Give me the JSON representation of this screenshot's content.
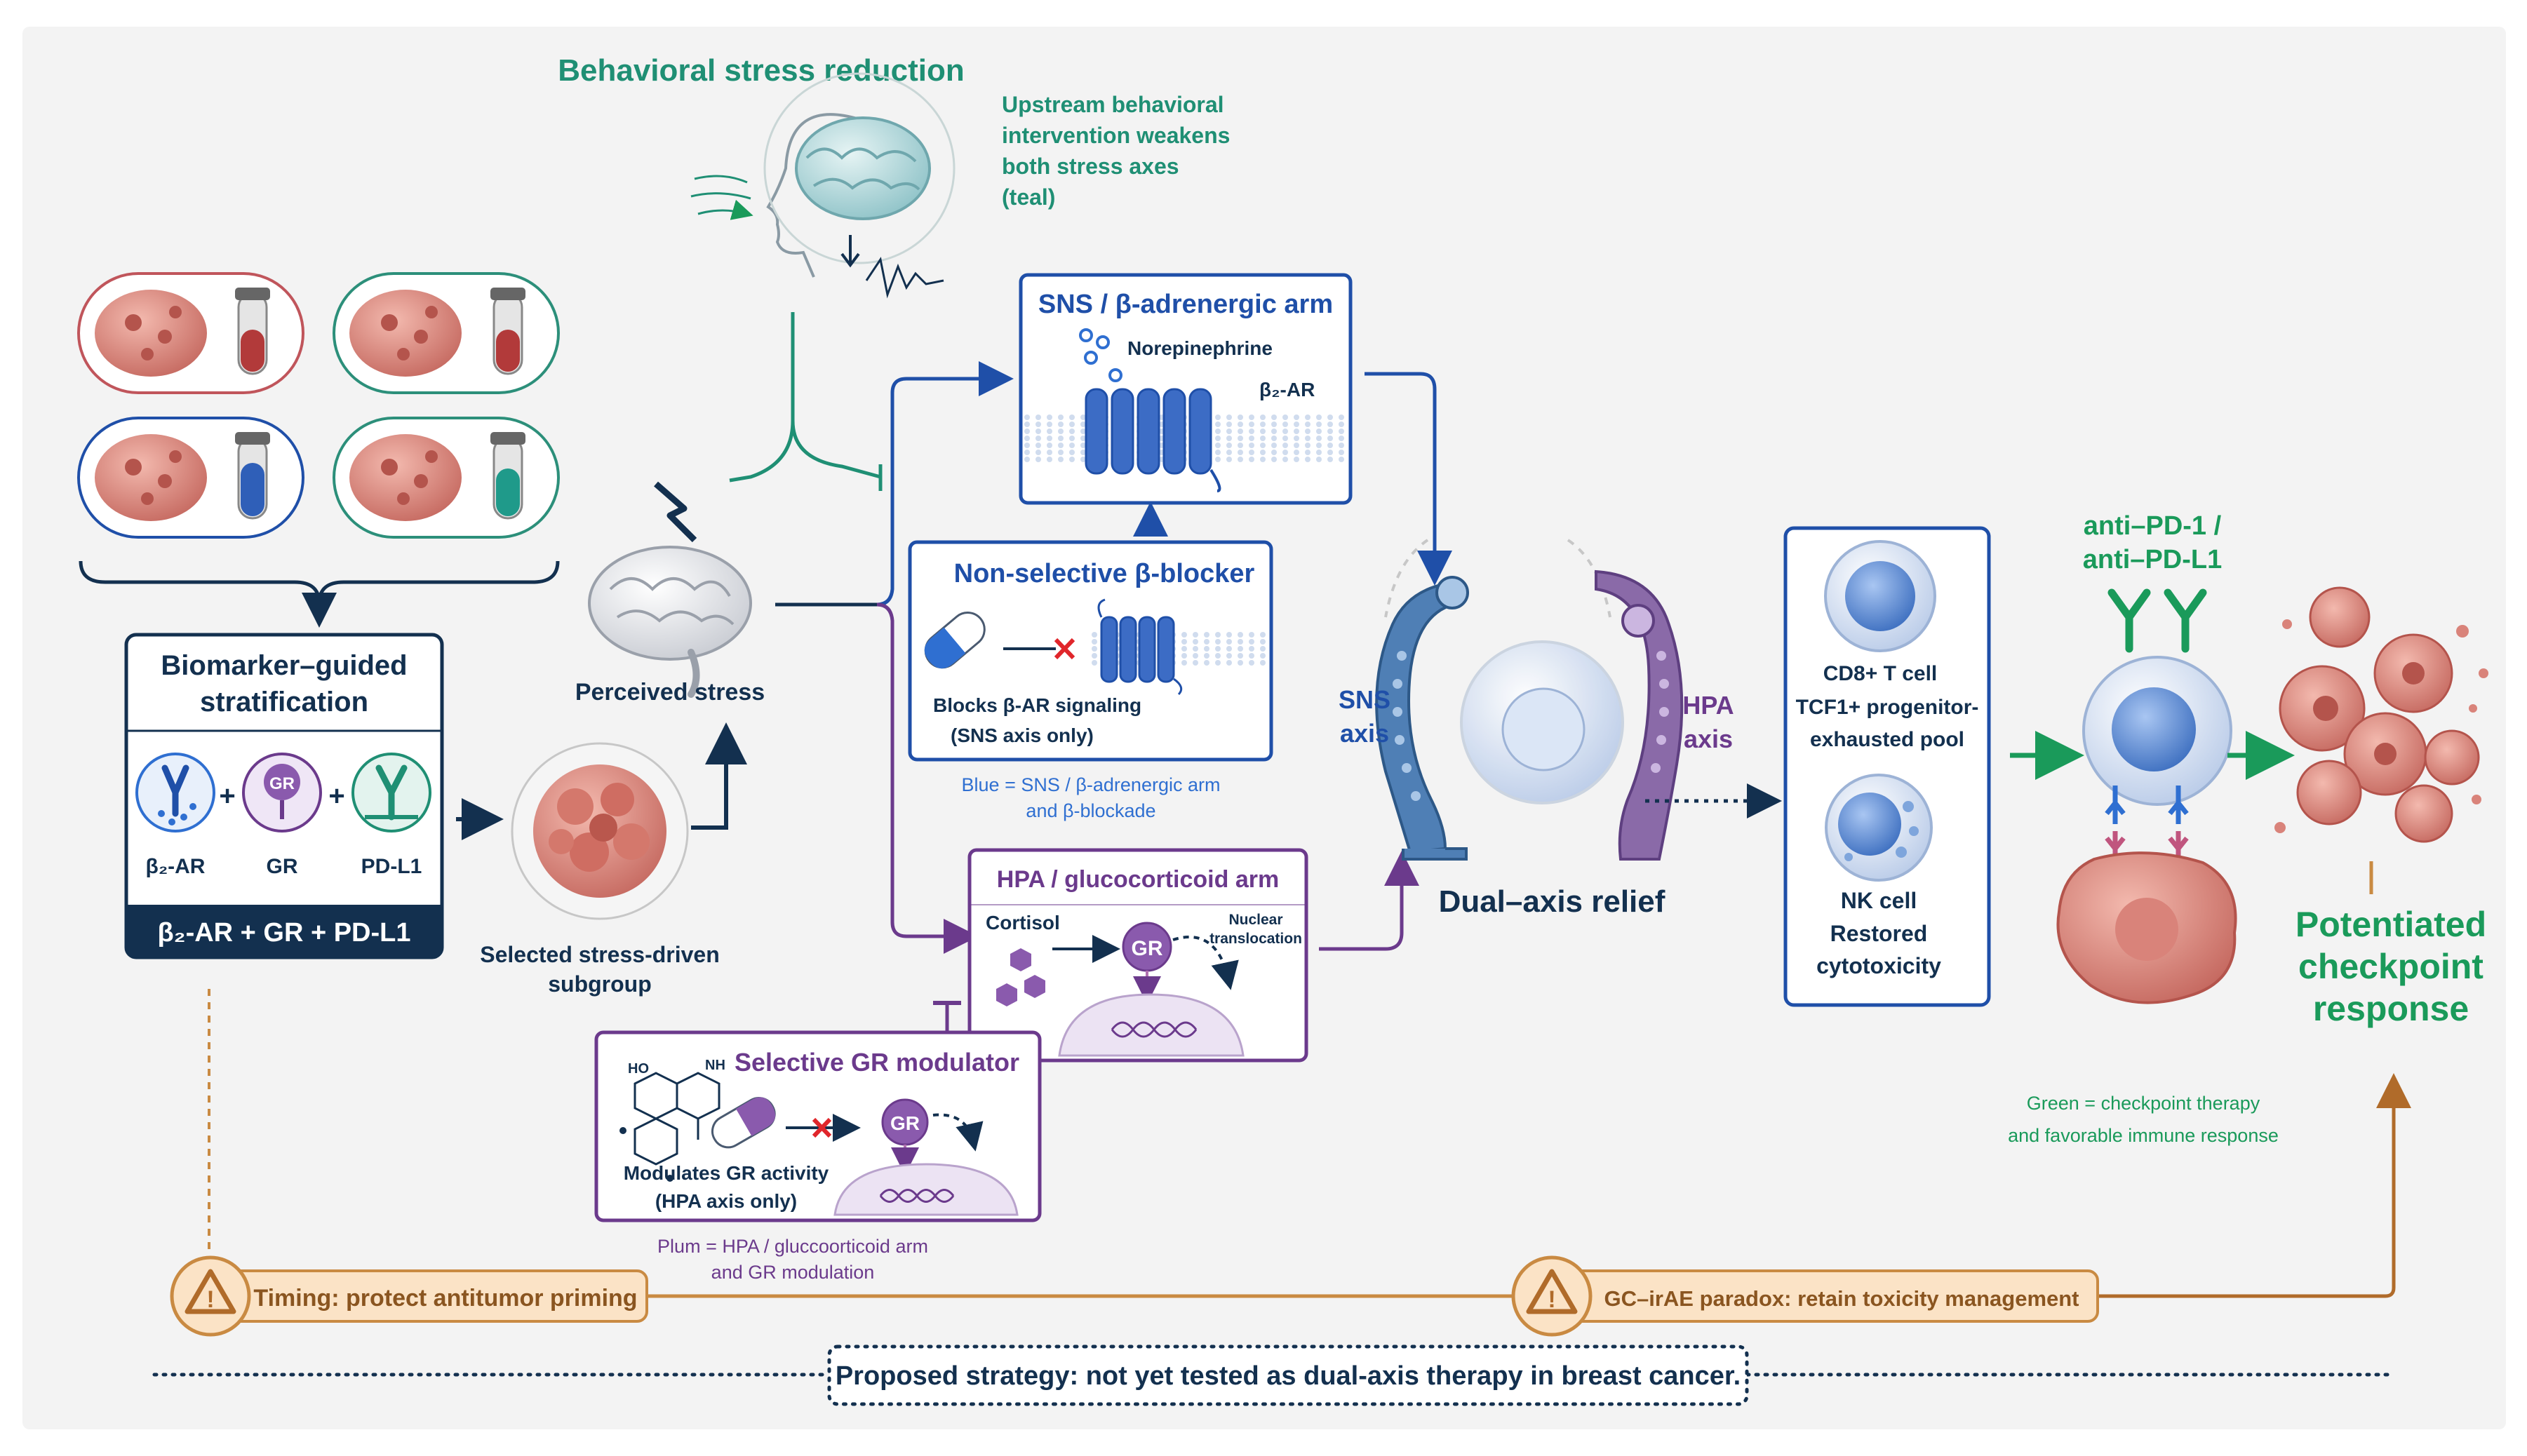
{
  "behavioral": {
    "title": "Behavioral stress reduction",
    "note_lines": [
      "Upstream behavioral",
      "intervention weakens",
      "both stress axes",
      "(teal)"
    ]
  },
  "perceived_stress": "Perceived stress",
  "biomarker": {
    "title_lines": [
      "Biomarker–guided",
      "stratification"
    ],
    "labels": [
      "β₂-AR",
      "GR",
      "PD-L1"
    ],
    "plus": "+",
    "gr_badge": "GR",
    "footer": "β₂-AR + GR + PD-L1"
  },
  "subgroup_lines": [
    "Selected stress-driven",
    "subgroup"
  ],
  "sns": {
    "title": "SNS / β-adrenergic arm",
    "ligand": "Norepinephrine",
    "receptor": "β₂-AR"
  },
  "beta_blocker": {
    "title": "Non-selective β-blocker",
    "desc_lines": [
      "Blocks β-AR signaling",
      "(SNS axis only)"
    ]
  },
  "blue_note_lines": [
    "Blue = SNS / β-adrenergic arm",
    "and β-blockade"
  ],
  "hpa_arm": {
    "title": "HPA / glucocorticoid arm",
    "ligand": "Cortisol",
    "receptor": "GR",
    "translocation_lines": [
      "Nuclear",
      "translocation"
    ]
  },
  "gr_modulator": {
    "title": "Selective GR modulator",
    "desc_lines": [
      "Modulates GR activity",
      "(HPA axis only)"
    ],
    "receptor": "GR",
    "chem_labels": [
      "HO",
      "NH"
    ]
  },
  "plum_note_lines": [
    "Plum = HPA / gluccoorticoid arm",
    "and GR modulation"
  ],
  "dual_axis": {
    "left_lines": [
      "SNS",
      "axis"
    ],
    "right_lines": [
      "HPA",
      "axis"
    ],
    "title": "Dual–axis relief"
  },
  "immune": {
    "cd8_lines": [
      "CD8+ T cell",
      "TCF1+ progenitor-",
      "exhausted pool"
    ],
    "nk_lines": [
      "NK cell",
      "Restored",
      "cytotoxicity"
    ]
  },
  "anti_pd_lines": [
    "anti–PD-1 /",
    "anti–PD-L1"
  ],
  "potentiated_lines": [
    "Potentiated",
    "checkpoint",
    "response"
  ],
  "green_note_lines": [
    "Green = checkpoint therapy",
    "and favorable immune response"
  ],
  "warnings": {
    "timing": "Timing: protect antitumor priming",
    "paradox": "GC–irAE paradox: retain toxicity management",
    "symbol": "!"
  },
  "proposed": "Proposed strategy: not yet tested as dual-axis therapy in breast cancer.",
  "colors": {
    "teal": "#1f8f74",
    "blue": "#1f4fa8",
    "blue_light": "#2f6fd1",
    "plum": "#6b3a8c",
    "green": "#1a9a5a",
    "orange": "#c98a42",
    "orange_fill": "#fbe3c6",
    "navy": "#13304f"
  }
}
